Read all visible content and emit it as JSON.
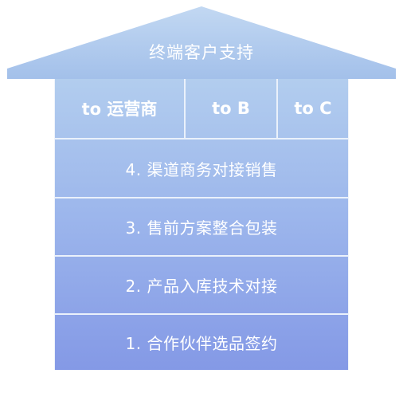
{
  "roof": {
    "label": "终端客户支持"
  },
  "channels": [
    {
      "label": "to 运营商"
    },
    {
      "label": "to B"
    },
    {
      "label": "to C"
    }
  ],
  "steps": [
    {
      "label": "4. 渠道商务对接销售"
    },
    {
      "label": "3. 售前方案整合包装"
    },
    {
      "label": "2. 产品入库技术对接"
    },
    {
      "label": "1. 合作伙伴选品签约"
    }
  ],
  "colors": {
    "roof_top": "#c2d8f2",
    "roof_bottom": "#a3c0ea",
    "body_top": "#b2cdee",
    "body_bottom": "#8499e6",
    "separator": "#eaf1fb",
    "text": "#ffffff"
  }
}
